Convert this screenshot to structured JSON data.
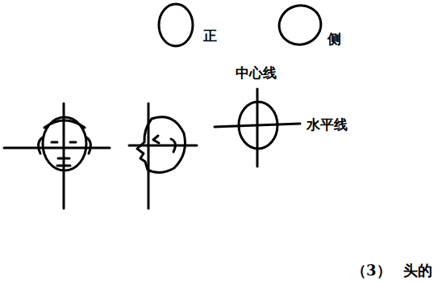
{
  "diagram": {
    "labels": [
      "正",
      "侧",
      "中心线",
      "水平线",
      "（3）",
      "头的"
    ]
  }
}
